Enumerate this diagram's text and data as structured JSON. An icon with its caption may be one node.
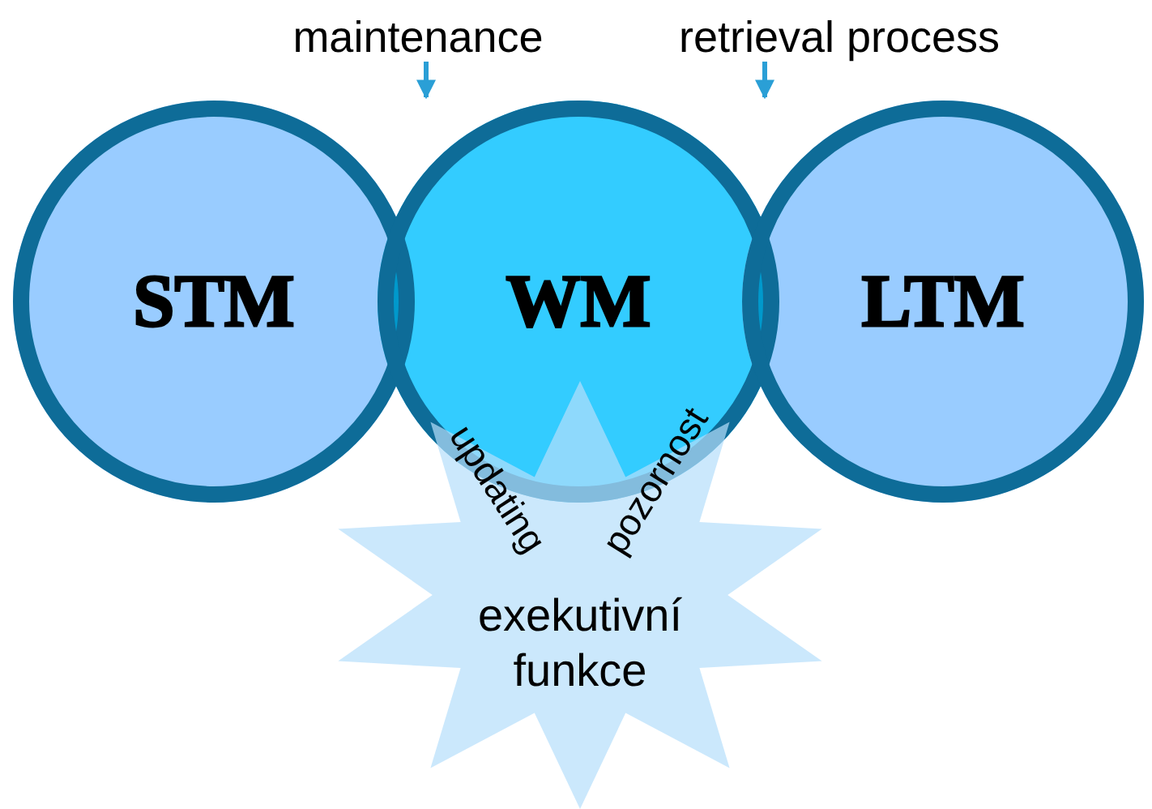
{
  "diagram": {
    "nodes": [
      {
        "text": [
          "STM"
        ]
      },
      {
        "text": [
          "WM"
        ]
      },
      {
        "text": [
          "LTM"
        ]
      },
      {
        "text": [
          "exekutivní funkce"
        ]
      },
      {
        "text": [
          "maintenance"
        ]
      },
      {
        "text": [
          "retrieval process"
        ]
      }
    ],
    "edges": [
      {
        "from": 4,
        "to": null,
        "arrow": "to"
      },
      {
        "from": 5,
        "to": null,
        "arrow": "to"
      }
    ],
    "labels": [
      "updating",
      "pozornost"
    ]
  }
}
